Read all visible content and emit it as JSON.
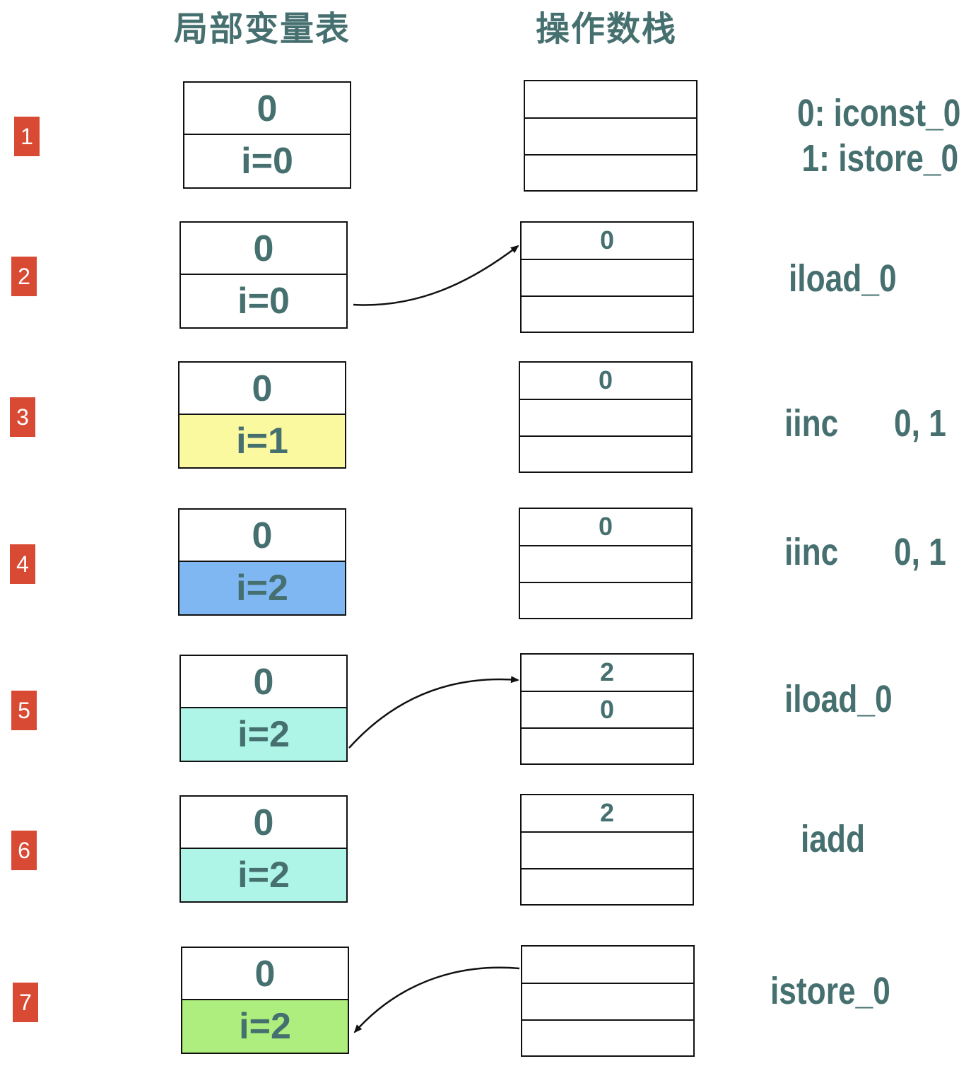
{
  "headers": {
    "local_vars": "局部变量表",
    "operand_stack": "操作数栈"
  },
  "steps": [
    {
      "n": "1",
      "slot0": "0",
      "slot1": "i=0",
      "slot1_color": "#ffffff",
      "stack": [
        "",
        "",
        ""
      ],
      "instructions": [
        "0: iconst_0",
        "1: istore_0"
      ],
      "arg": ""
    },
    {
      "n": "2",
      "slot0": "0",
      "slot1": "i=0",
      "slot1_color": "#ffffff",
      "stack": [
        "0",
        "",
        ""
      ],
      "instructions": [
        "iload_0"
      ],
      "arg": ""
    },
    {
      "n": "3",
      "slot0": "0",
      "slot1": "i=1",
      "slot1_color": "#fbf9a0",
      "stack": [
        "0",
        "",
        ""
      ],
      "instructions": [
        "iinc"
      ],
      "arg": "0, 1"
    },
    {
      "n": "4",
      "slot0": "0",
      "slot1": "i=2",
      "slot1_color": "#7fb7f2",
      "stack": [
        "0",
        "",
        ""
      ],
      "instructions": [
        "iinc"
      ],
      "arg": "0, 1"
    },
    {
      "n": "5",
      "slot0": "0",
      "slot1": "i=2",
      "slot1_color": "#aef5e8",
      "stack": [
        "2",
        "0",
        ""
      ],
      "instructions": [
        "iload_0"
      ],
      "arg": ""
    },
    {
      "n": "6",
      "slot0": "0",
      "slot1": "i=2",
      "slot1_color": "#aef5e8",
      "stack": [
        "2",
        "",
        ""
      ],
      "instructions": [
        "iadd"
      ],
      "arg": ""
    },
    {
      "n": "7",
      "slot0": "0",
      "slot1": "i=2",
      "slot1_color": "#aeee7e",
      "stack": [
        "",
        "",
        ""
      ],
      "instructions": [
        "istore_0"
      ],
      "arg": ""
    }
  ]
}
